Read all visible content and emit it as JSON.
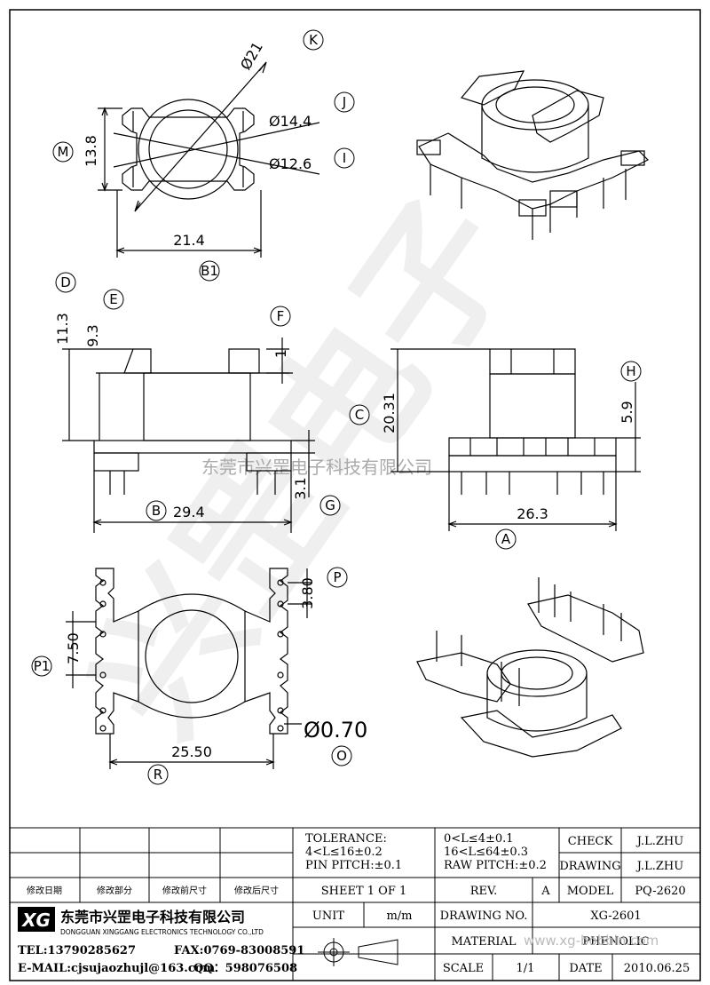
{
  "watermark": {
    "company_line": "东莞市兴罡电子科技有限公司",
    "big_chars": "兴罡电子",
    "url": "www.xg-bobbin.com"
  },
  "dims": {
    "d21": "Ø21",
    "d14": "Ø14.4",
    "d12": "Ø12.6",
    "h13": "13.8",
    "w21": "21.4",
    "h113": "11.3",
    "h93": "9.3",
    "f1": "1",
    "w294": "29.4",
    "g31": "3.1",
    "h2031": "20.31",
    "h59": "5.9",
    "w263": "26.3",
    "p380": "3.80",
    "p750": "7.50",
    "w2550": "25.50",
    "pin070": "Ø0.70"
  },
  "callouts": {
    "K": "K",
    "J": "J",
    "I": "I",
    "M": "M",
    "B1": "B1",
    "D": "D",
    "E": "E",
    "F": "F",
    "B": "B",
    "G": "G",
    "C": "C",
    "H": "H",
    "A": "A",
    "P": "P",
    "P1": "P1",
    "R": "R",
    "O": "O"
  },
  "title_block": {
    "rev_headers": [
      "修改日期",
      "修改部分",
      "修改前尺寸",
      "修改后尺寸"
    ],
    "tolerance_label": "TOLERANCE:",
    "tol_1": "0<L≤4±0.1",
    "tol_2": "4<L≤16±0.2",
    "tol_3": "16<L≤64±0.3",
    "pin_pitch": "PIN PITCH:±0.1",
    "raw_pitch": "RAW PITCH:±0.2",
    "check_label": "CHECK",
    "check_value": "J.L.ZHU",
    "drawing_label": "DRAWING",
    "drawing_value": "J.L.ZHU",
    "sheet": "SHEET 1 OF 1",
    "rev_label": "REV.",
    "rev_value": "A",
    "model_label": "MODEL",
    "model_value": "PQ-2620",
    "unit_label": "UNIT",
    "unit_value": "m/m",
    "drawing_no_label": "DRAWING NO.",
    "drawing_no_value": "XG-2601",
    "material_label": "MATERIAL",
    "material_value": "PHENOLIC",
    "scale_label": "SCALE",
    "scale_value": "1/1",
    "date_label": "DATE",
    "date_value": "2010.06.25",
    "logo_text": "XG",
    "company_cn": "东莞市兴罡电子科技有限公司",
    "company_en": "DONGGUAN XINGGANG ELECTRONICS TECHNOLOGY CO.,LTD",
    "tel": "TEL:13790285627",
    "fax": "FAX:0769-83008591",
    "email": "E-MAIL:cjsujaozhujl@163.com",
    "qq": "QQ：598076508"
  }
}
